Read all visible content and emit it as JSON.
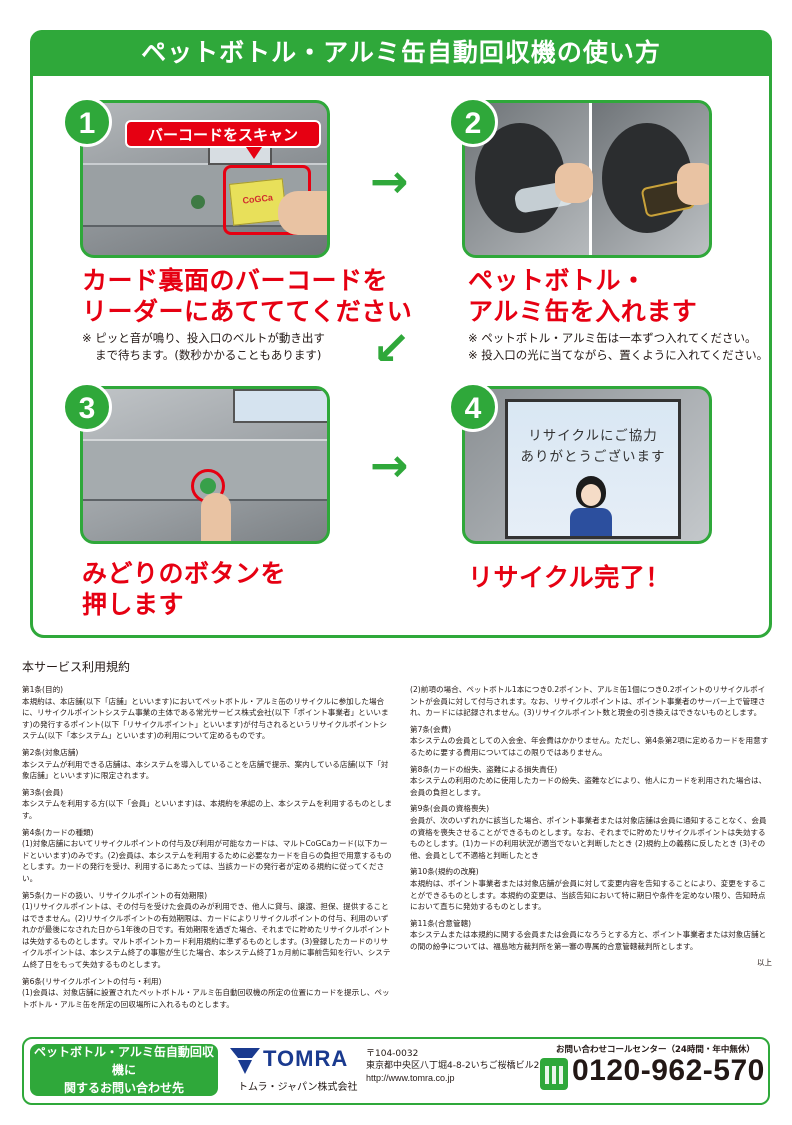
{
  "title": "ペットボトル・アルミ缶自動回収機の使い方",
  "steps": [
    {
      "num": "1",
      "callout": "バーコードをスキャン",
      "card_text": "CoGCa",
      "headline_1": "カード裏面のバーコードを",
      "headline_2": "リーダーにあてててください",
      "notes": [
        "※ ピッと音が鳴り、投入口のベルトが動き出す",
        "まで待ちます。(数秒かかることもあります)"
      ]
    },
    {
      "num": "2",
      "headline_1": "ペットボトル・",
      "headline_2": "アルミ缶を入れます",
      "notes": [
        "※ ペットボトル・アルミ缶は一本ずつ入れてください。",
        "※ 投入口の光に当てながら、置くように入れてください。"
      ]
    },
    {
      "num": "3",
      "headline_1": "みどりのボタンを",
      "headline_2": "押します"
    },
    {
      "num": "4",
      "screen_1": "リサイクルにご協力",
      "screen_2": "ありがとうございます",
      "headline_1": "リサイクル完了！"
    }
  ],
  "arrows": {
    "right": "→",
    "down_left": "↙"
  },
  "terms": {
    "title": "本サービス利用規約",
    "left": [
      {
        "h": "第1条(目的)",
        "b": "本規約は、本店舗(以下「店舗」といいます)においてペットボトル・アルミ缶のリサイクルに参加した場合に、リサイクルポイントシステム事業の主体である常光サービス株式会社(以下「ポイント事業者」といいます)の発行するポイント(以下「リサイクルポイント」といいます)が付与されるというリサイクルポイントシステム(以下「本システム」といいます)の利用について定めるものです。"
      },
      {
        "h": "第2条(対象店舗)",
        "b": "本システムが利用できる店舗は、本システムを導入していることを店舗で提示、案内している店舗(以下「対象店舗」といいます)に限定されます。"
      },
      {
        "h": "第3条(会員)",
        "b": "本システムを利用する方(以下「会員」といいます)は、本規約を承認の上、本システムを利用するものとします。"
      },
      {
        "h": "第4条(カードの種類)",
        "b": "(1)対象店舗においてリサイクルポイントの付与及び利用が可能なカードは、マルトCoGCaカード(以下カードといいます)のみです。(2)会員は、本システムを利用するために必要なカードを自らの負担で用意するものとします。カードの発行を受け、利用するにあたっては、当該カードの発行者が定める規約に従ってください。"
      },
      {
        "h": "第5条(カードの扱い、リサイクルポイントの有効期限)",
        "b": "(1)リサイクルポイントは、その付与を受けた会員のみが利用でき、他人に貸与、譲渡、担保、提供することはできません。(2)リサイクルポイントの有効期限は、カードによりリサイクルポイントの付与、利用のいずれかが最後になされた日から1年後の日です。有効期限を過ぎた場合、それまでに貯めたリサイクルポイントは失効するものとします。マルトポイントカード利用規約に準ずるものとします。(3)登録したカードのリサイクルポイントは、本システム終了の事態が生じた場合、本システム終了1ヵ月前に事前告知を行い、システム終了日をもって失効するものとします。"
      },
      {
        "h": "第6条(リサイクルポイントの付与・利用)",
        "b": "(1)会員は、対象店舗に設置されたペットボトル・アルミ缶自動回収機の所定の位置にカードを提示し、ペットボトル・アルミ缶を所定の回収場所に入れるものとします。"
      }
    ],
    "right": [
      {
        "h": "",
        "b": "(2)前項の場合、ペットボトル1本につき0.2ポイント、アルミ缶1個につき0.2ポイントのリサイクルポイントが会員に対して付与されます。なお、リサイクルポイントは、ポイント事業者のサーバー上で管理され、カードには記録されません。(3)リサイクルポイント数と現金の引き換えはできないものとします。"
      },
      {
        "h": "第7条(会費)",
        "b": "本システムの会員としての入会金、年会費はかかりません。ただし、第4条第2項に定めるカードを用意するために要する費用についてはこの限りではありません。"
      },
      {
        "h": "第8条(カードの紛失、盗難による損失責任)",
        "b": "本システムの利用のために使用したカードの紛失、盗難などにより、他人にカードを利用された場合は、会員の負担とします。"
      },
      {
        "h": "第9条(会員の資格喪失)",
        "b": "会員が、次のいずれかに該当した場合、ポイント事業者または対象店舗は会員に通知することなく、会員の資格を喪失させることができるものとします。なお、それまでに貯めたリサイクルポイントは失効するものとします。(1)カードの利用状況が適当でないと判断したとき (2)規約上の義務に反したとき (3)その他、会員として不適格と判断したとき"
      },
      {
        "h": "第10条(規約の改廃)",
        "b": "本規約は、ポイント事業者または対象店舗が会員に対して変更内容を告知することにより、変更をすることができるものとします。本規約の変更は、当該告知において特に期日や条件を定めない限り、告知時点において直ちに発効するものとします。"
      },
      {
        "h": "第11条(合意管轄)",
        "b": "本システムまたは本規約に関する会員または会員になろうとする方と、ポイント事業者または対象店舗との間の紛争については、福島地方裁判所を第一審の専属的合意管轄裁判所とします。"
      }
    ],
    "ijo": "以上"
  },
  "footer": {
    "badge_1": "ペットボトル・アルミ缶自動回収機に",
    "badge_2": "関するお問い合わせ先",
    "logo_text": "TOMRA",
    "company": "トムラ・ジャパン株式会社",
    "postal": "〒104-0032",
    "address": "東京都中央区八丁堀4-8-2いちご桜橋ビル2F",
    "url": "http://www.tomra.co.jp",
    "center_label": "お問い合わせコールセンター（24時間・年中無休）",
    "phone": "0120-962-570"
  },
  "colors": {
    "green": "#2fa83a",
    "red": "#e60012"
  }
}
